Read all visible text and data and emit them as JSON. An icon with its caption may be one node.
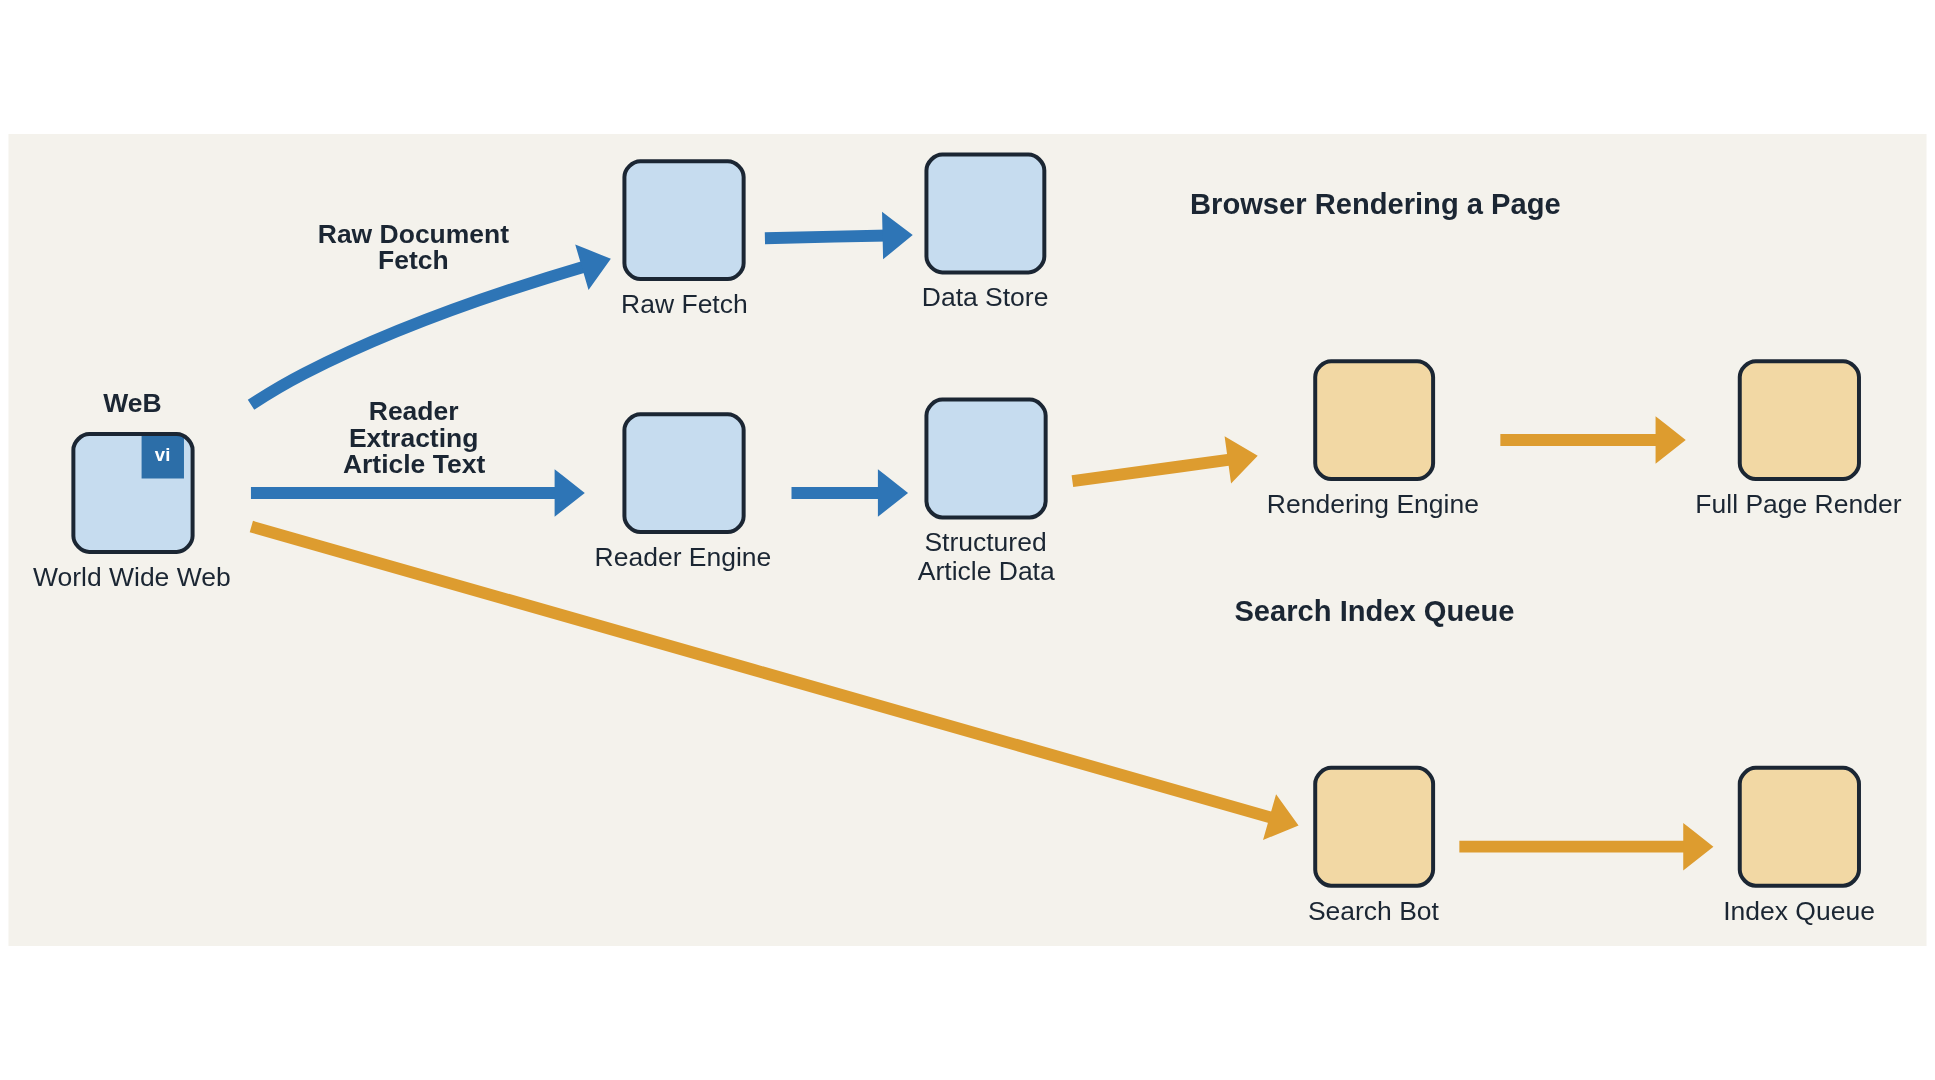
{
  "diagram": {
    "nodes": [
      {
        "text": [
          "WeB",
          "vi",
          "World Wide Web"
        ]
      },
      {
        "text": [
          "Raw Fetch"
        ]
      },
      {
        "text": [
          "Data Store"
        ]
      },
      {
        "text": [
          "Reader Engine"
        ]
      },
      {
        "text": [
          "Structured Article Data"
        ]
      },
      {
        "text": [
          "Rendering Engine"
        ]
      },
      {
        "text": [
          "Full Page Render"
        ]
      },
      {
        "text": [
          "Search Bot"
        ]
      },
      {
        "text": [
          "Index Queue"
        ]
      }
    ],
    "edges": [
      {
        "from": 0,
        "to": 1,
        "arrow": "to",
        "label": "Raw Document Fetch",
        "color": "#2e75b6"
      },
      {
        "from": 1,
        "to": 2,
        "arrow": "to",
        "color": "#2e75b6"
      },
      {
        "from": 0,
        "to": 3,
        "arrow": "to",
        "label": "Reader Extracting Article Text",
        "color": "#2e75b6"
      },
      {
        "from": 3,
        "to": 4,
        "arrow": "to",
        "color": "#2e75b6"
      },
      {
        "from": 4,
        "to": 5,
        "arrow": "to",
        "color": "#dd9c2f"
      },
      {
        "from": 5,
        "to": 6,
        "arrow": "to",
        "color": "#dd9c2f"
      },
      {
        "from": 0,
        "to": 7,
        "arrow": "to",
        "color": "#dd9c2f"
      },
      {
        "from": 7,
        "to": 8,
        "arrow": "to",
        "color": "#dd9c2f"
      }
    ],
    "labels": [
      "Browser Rendering a Page",
      "Search Index Queue"
    ]
  }
}
